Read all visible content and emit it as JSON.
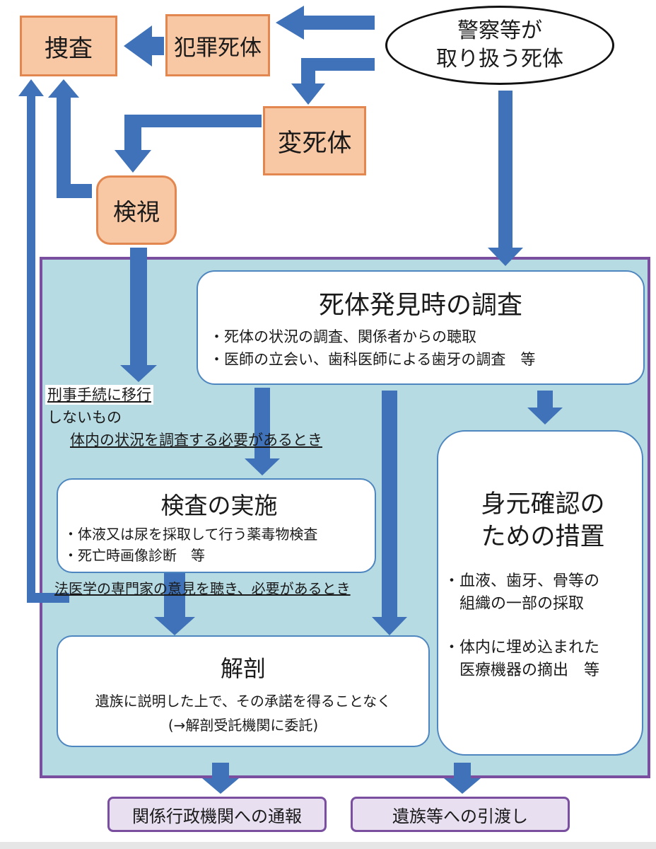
{
  "boxes": {
    "sousa": "捜査",
    "hanzai_shitai": "犯罪死体",
    "keisatsu_line1": "警察等が",
    "keisatsu_line2": "取り扱う死体",
    "henshitai": "変死体",
    "kenshi": "検視"
  },
  "investigation": {
    "title": "死体発見時の調査",
    "bullets": [
      "・死体の状況の調査、関係者からの聴取",
      "・医師の立会い、歯科医師による歯牙の調査　等"
    ]
  },
  "notes": {
    "keiji_line1": "刑事手続に移行",
    "keiji_line2": "しないもの",
    "tainai": "体内の状況を調査する必要があるとき",
    "houigaku": "法医学の専門家の意見を聴き、必要があるとき"
  },
  "kensa": {
    "title": "検査の実施",
    "bullets": [
      "・体液又は尿を採取して行う薬毒物検査",
      "・死亡時画像診断　等"
    ]
  },
  "kaibou": {
    "title": "解剖",
    "line1": "遺族に説明した上で、その承諾を得ることなく",
    "line2": "(→解剖受託機関に委託)"
  },
  "mimoto": {
    "title_line1": "身元確認の",
    "title_line2": "ための措置",
    "bullets": [
      "・血液、歯牙、骨等の",
      "　組織の一部の採取",
      "・体内に埋め込まれた",
      "　医療機器の摘出　等"
    ]
  },
  "outputs": {
    "tsuhou": "関係行政機関への通報",
    "hikiwatashi": "遺族等への引渡し"
  },
  "colors": {
    "arrow": "#3f72b8",
    "orange_fill": "#f8c7a3",
    "orange_border": "#e2874f",
    "panel_fill": "#b7dbe3",
    "panel_border": "#7a4fa0",
    "output_fill": "#e8dff0"
  }
}
